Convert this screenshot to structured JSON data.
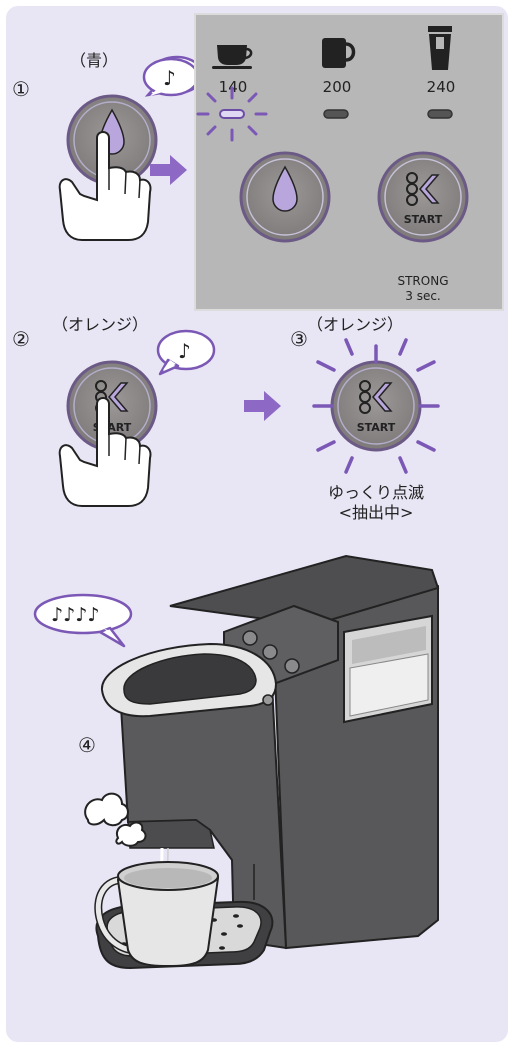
{
  "step1": {
    "number": "①",
    "color_label": "（青）",
    "note": "♪",
    "sizes": [
      "140",
      "200",
      "240"
    ],
    "strong_label": "STRONG",
    "strong_time": "3 sec.",
    "start_label": "START"
  },
  "step2": {
    "number": "②",
    "color_label": "（オレンジ）",
    "note": "♪",
    "start_label": "START"
  },
  "step3": {
    "number": "③",
    "color_label": "（オレンジ）",
    "start_label": "START",
    "caption_line1": "ゆっくり点滅",
    "caption_line2": "<抽出中>"
  },
  "step4": {
    "number": "④",
    "notes": "♪♪♪♪"
  },
  "colors": {
    "panel_bg": "#e8e6f4",
    "accent_purple": "#7b58b5",
    "drop_lilac": "#b9a6dc",
    "arrow_purple": "#8d68c4",
    "button_grey": "#8f8b8b",
    "machine_grey": "#5a5a5c"
  }
}
